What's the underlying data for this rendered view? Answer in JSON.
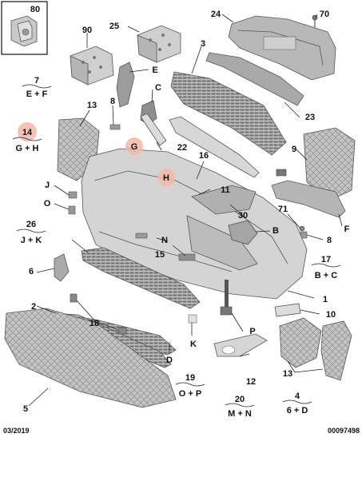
{
  "corner_box_label": "80",
  "part_labels": {
    "p1": "1",
    "p2": "2",
    "p3": "3",
    "p5": "5",
    "p6": "6",
    "p8a": "8",
    "p8b": "8",
    "p9": "9",
    "p10": "10",
    "p11": "11",
    "p12": "12",
    "p13a": "13",
    "p13b": "13",
    "p15": "15",
    "p16": "16",
    "p18": "18",
    "p22": "22",
    "p23": "23",
    "p24": "24",
    "p25": "25",
    "p30": "30",
    "p70": "70",
    "p71": "71",
    "p90": "90",
    "pB": "B",
    "pC": "C",
    "pD": "D",
    "pE": "E",
    "pF": "F",
    "pJ": "J",
    "pK": "K",
    "pN": "N",
    "pO": "O",
    "pP": "P"
  },
  "highlight_labels": {
    "g": "G",
    "h": "H"
  },
  "groups": [
    {
      "number": "7",
      "parts": "E + F"
    },
    {
      "number": "14",
      "parts": "G + H",
      "highlighted": true
    },
    {
      "number": "26",
      "parts": "J + K"
    },
    {
      "number": "17",
      "parts": "B + C"
    },
    {
      "number": "19",
      "parts": "O + P"
    },
    {
      "number": "20",
      "parts": "M + N"
    },
    {
      "number": "4",
      "parts": "6 + D"
    }
  ],
  "footer": {
    "date": "03/2019",
    "reference": "00097498"
  },
  "colors": {
    "part_gray": "#cfcfcf",
    "part_dark": "#8a8a8a",
    "highlight": "#f5b8a6",
    "line": "#222222"
  }
}
